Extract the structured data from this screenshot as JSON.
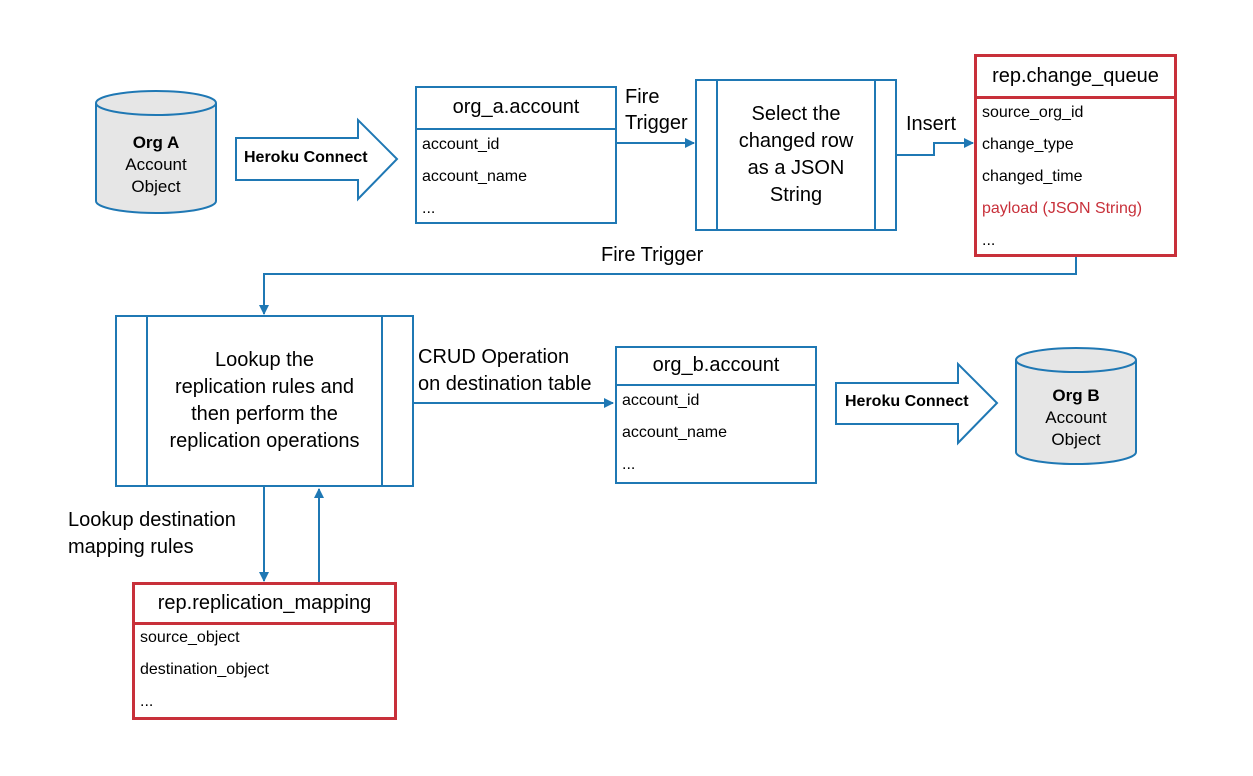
{
  "org_a": {
    "title": "Org A",
    "line1": "Account",
    "line2": "Object"
  },
  "org_b": {
    "title": "Org B",
    "line1": "Account",
    "line2": "Object"
  },
  "heroku_connect_1": "Heroku Connect",
  "heroku_connect_2": "Heroku Connect",
  "org_a_account": {
    "header": "org_a.account",
    "rows": [
      "account_id",
      "account_name",
      "..."
    ]
  },
  "fire_trigger_1": {
    "line1": "Fire",
    "line2": "Trigger"
  },
  "select_process": {
    "lines": [
      "Select the",
      "changed row",
      "as a JSON",
      "String"
    ]
  },
  "insert_label": "Insert",
  "change_queue": {
    "header": "rep.change_queue",
    "rows": [
      "source_org_id",
      "change_type",
      "changed_time",
      "payload (JSON String)",
      "..."
    ]
  },
  "fire_trigger_2": "Fire Trigger",
  "lookup_process": {
    "lines": [
      "Lookup the",
      "replication rules and",
      "then perform the",
      "replication operations"
    ]
  },
  "crud_label": {
    "line1": "CRUD Operation",
    "line2": "on destination table"
  },
  "org_b_account": {
    "header": "org_b.account",
    "rows": [
      "account_id",
      "account_name",
      "..."
    ]
  },
  "lookup_mapping_label": {
    "line1": "Lookup destination",
    "line2": "mapping rules"
  },
  "replication_mapping": {
    "header": "rep.replication_mapping",
    "rows": [
      "source_object",
      "destination_object",
      "..."
    ]
  },
  "colors": {
    "blue": "#1f78b4",
    "red": "#c8303a",
    "cylinder_fill": "#e6e6e6"
  }
}
